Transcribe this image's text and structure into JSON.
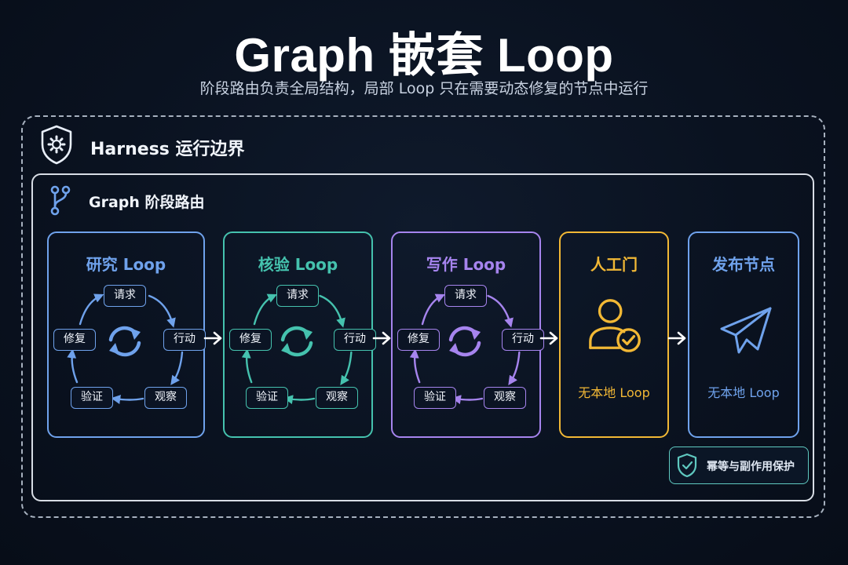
{
  "header": {
    "title": "Graph 嵌套 Loop",
    "subtitle": "阶段路由负责全局结构，局部 Loop 只在需要动态修复的节点中运行"
  },
  "harness": {
    "title": "Harness 运行边界",
    "icon": "shield-gear-icon"
  },
  "graph": {
    "title": "Graph 阶段路由",
    "icon": "git-branch-icon"
  },
  "colors": {
    "research": "#6fa2ec",
    "verify": "#45c2ae",
    "write": "#a684ee",
    "gate": "#f2b835",
    "publish": "#6fa2ec"
  },
  "loops": [
    {
      "title": "研究 Loop",
      "nodes": {
        "request": "请求",
        "action": "行动",
        "observe": "观察",
        "validate": "验证",
        "repair": "修复"
      }
    },
    {
      "title": "核验 Loop",
      "nodes": {
        "request": "请求",
        "action": "行动",
        "observe": "观察",
        "validate": "验证",
        "repair": "修复"
      }
    },
    {
      "title": "写作 Loop",
      "nodes": {
        "request": "请求",
        "action": "行动",
        "observe": "观察",
        "validate": "验证",
        "repair": "修复"
      }
    }
  ],
  "gate": {
    "title": "人工门",
    "label": "无本地 Loop",
    "icon": "user-check-icon"
  },
  "publish": {
    "title": "发布节点",
    "label": "无本地 Loop",
    "icon": "paper-plane-icon"
  },
  "badge": {
    "label": "幂等与副作用保护",
    "icon": "shield-check-icon"
  }
}
